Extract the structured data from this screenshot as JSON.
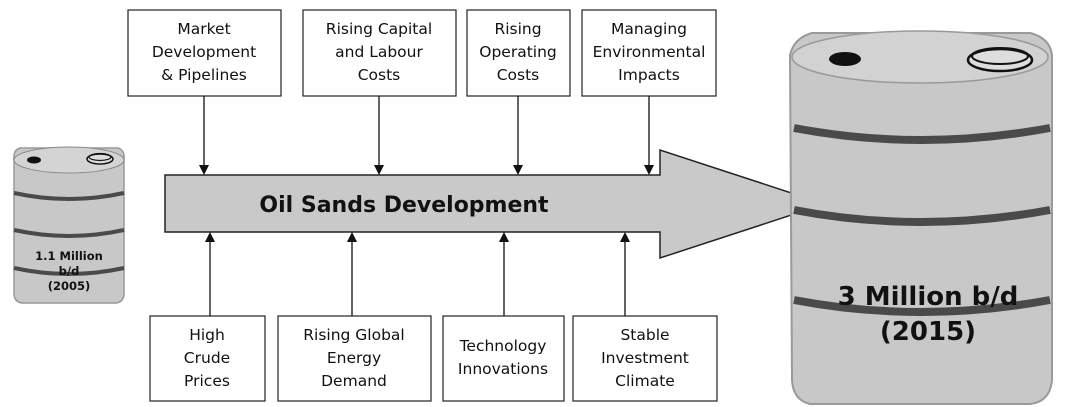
{
  "arrow": {
    "label": "Oil Sands Development"
  },
  "top_factors": [
    {
      "lines": [
        "Market",
        "Development",
        "& Pipelines"
      ]
    },
    {
      "lines": [
        "Rising Capital",
        "and Labour",
        "Costs"
      ]
    },
    {
      "lines": [
        "Rising",
        "Operating",
        "Costs"
      ]
    },
    {
      "lines": [
        "Managing",
        "Environmental",
        "Impacts"
      ]
    }
  ],
  "bottom_factors": [
    {
      "lines": [
        "High",
        "Crude",
        "Prices"
      ]
    },
    {
      "lines": [
        "Rising Global",
        "Energy",
        "Demand"
      ]
    },
    {
      "lines": [
        "Technology",
        "Innovations"
      ]
    },
    {
      "lines": [
        "Stable",
        "Investment",
        "Climate"
      ]
    }
  ],
  "barrel_2005": {
    "lines": [
      "1.1 Million",
      "b/d",
      "(2005)"
    ]
  },
  "barrel_2015": {
    "lines": [
      "3 Million b/d",
      "(2015)"
    ]
  },
  "colors": {
    "barrel_fill": "#c8c8c8",
    "barrel_dark": "#4a4a4a",
    "arrow_fill": "#c9c9c9",
    "outline": "#222222"
  }
}
